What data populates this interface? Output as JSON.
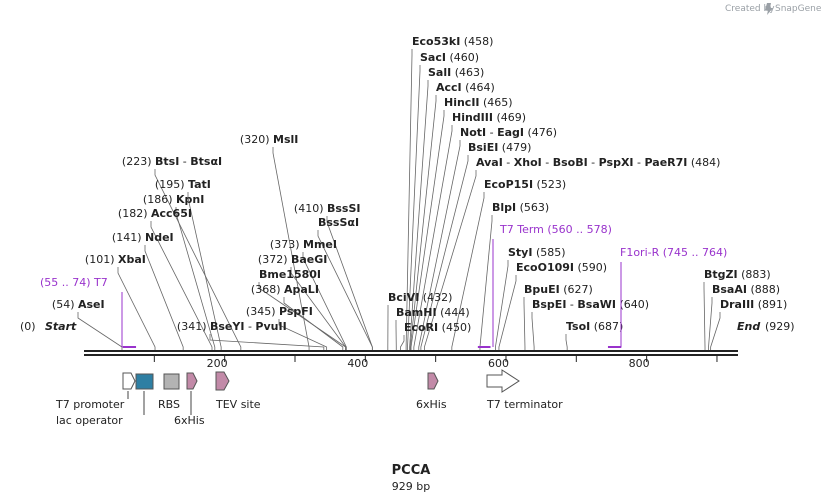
{
  "watermark": {
    "created_by": "Created by",
    "brand": "SnapGene"
  },
  "map": {
    "name": "PCCA",
    "length_label": "929 bp",
    "length": 929
  },
  "ends": {
    "start_label": "Start",
    "start_pos": "(0)",
    "end_label": "End",
    "end_pos": "(929)"
  },
  "ruler_ticks": [
    200,
    400,
    600,
    800
  ],
  "sites": [
    {
      "pos": 458,
      "enzymes": [
        "Eco53kI"
      ],
      "num": "(458)"
    },
    {
      "pos": 460,
      "enzymes": [
        "SacI"
      ],
      "num": "(460)"
    },
    {
      "pos": 463,
      "enzymes": [
        "SalI"
      ],
      "num": "(463)"
    },
    {
      "pos": 464,
      "enzymes": [
        "AccI"
      ],
      "num": "(464)"
    },
    {
      "pos": 465,
      "enzymes": [
        "HincII"
      ],
      "num": "(465)"
    },
    {
      "pos": 469,
      "enzymes": [
        "HindIII"
      ],
      "num": "(469)"
    },
    {
      "pos": 476,
      "enzymes": [
        "NotI",
        "EagI"
      ],
      "num": "(476)"
    },
    {
      "pos": 479,
      "enzymes": [
        "BsiEI"
      ],
      "num": "(479)"
    },
    {
      "pos": 484,
      "enzymes": [
        "AvaI",
        "XhoI",
        "BsoBI",
        "PspXI",
        "PaeR7I"
      ],
      "num": "(484)"
    },
    {
      "pos": 523,
      "enzymes": [
        "EcoP15I"
      ],
      "num": "(523)"
    },
    {
      "pos": 563,
      "enzymes": [
        "BlpI"
      ],
      "num": "(563)"
    },
    {
      "pos": 585,
      "enzymes": [
        "StyI"
      ],
      "num": "(585)"
    },
    {
      "pos": 590,
      "enzymes": [
        "EcoO109I"
      ],
      "num": "(590)"
    },
    {
      "pos": 627,
      "enzymes": [
        "BpuEI"
      ],
      "num": "(627)"
    },
    {
      "pos": 640,
      "enzymes": [
        "BspEI",
        "BsaWI"
      ],
      "num": "(640)"
    },
    {
      "pos": 687,
      "enzymes": [
        "TsoI"
      ],
      "num": "(687)"
    },
    {
      "pos": 432,
      "enzymes": [
        "BciVI"
      ],
      "num": "(432)"
    },
    {
      "pos": 444,
      "enzymes": [
        "BamHI"
      ],
      "num": "(444)"
    },
    {
      "pos": 450,
      "enzymes": [
        "EcoRI"
      ],
      "num": "(450)"
    },
    {
      "pos": 883,
      "enzymes": [
        "BtgZI"
      ],
      "num": "(883)"
    },
    {
      "pos": 888,
      "enzymes": [
        "BsaAI"
      ],
      "num": "(888)"
    },
    {
      "pos": 891,
      "enzymes": [
        "DraIII"
      ],
      "num": "(891)"
    },
    {
      "pos": 320,
      "enzymes": [
        "MslI"
      ],
      "num": "(320)"
    },
    {
      "pos": 223,
      "enzymes": [
        "BtsI",
        "BtsαI"
      ],
      "num": "(223)"
    },
    {
      "pos": 195,
      "enzymes": [
        "TatI"
      ],
      "num": "(195)"
    },
    {
      "pos": 186,
      "enzymes": [
        "KpnI"
      ],
      "num": "(186)"
    },
    {
      "pos": 182,
      "enzymes": [
        "Acc65I"
      ],
      "num": "(182)"
    },
    {
      "pos": 141,
      "enzymes": [
        "NdeI"
      ],
      "num": "(141)"
    },
    {
      "pos": 101,
      "enzymes": [
        "XbaI"
      ],
      "num": "(101)"
    },
    {
      "pos": 54,
      "enzymes": [
        "AseI"
      ],
      "num": "(54)"
    },
    {
      "pos": 341,
      "enzymes": [
        "BseYI",
        "PvuII"
      ],
      "num": "(341)"
    },
    {
      "pos": 410,
      "enzymes": [
        "BssSI"
      ],
      "num": "(410)"
    },
    {
      "pos": 410,
      "enzymes": [
        "BssSαI"
      ],
      "num": ""
    },
    {
      "pos": 373,
      "enzymes": [
        "MmeI"
      ],
      "num": "(373)"
    },
    {
      "pos": 372,
      "enzymes": [
        "BaeGI"
      ],
      "num": "(372)"
    },
    {
      "pos": 372,
      "enzymes": [
        "Bme1580I"
      ],
      "num": ""
    },
    {
      "pos": 368,
      "enzymes": [
        "ApaLI"
      ],
      "num": "(368)"
    },
    {
      "pos": 345,
      "enzymes": [
        "PspFI"
      ],
      "num": "(345)"
    }
  ],
  "primers": [
    {
      "name": "T7",
      "range": "(55 .. 74)",
      "start": 55,
      "end": 74
    },
    {
      "name": "T7 Term",
      "range": "(560 .. 578)",
      "start": 560,
      "end": 578
    },
    {
      "name": "F1ori-R",
      "range": "(745 .. 764)",
      "start": 745,
      "end": 764
    }
  ],
  "features": [
    {
      "name": "T7 promoter",
      "color": "#ffffff",
      "shape": "arrow"
    },
    {
      "name": "lac operator",
      "color": "#2e7fa3",
      "shape": "box"
    },
    {
      "name": "RBS",
      "color": "#b3b3b3",
      "shape": "box"
    },
    {
      "name": "6xHis",
      "color": "#c28aa8",
      "shape": "arrow"
    },
    {
      "name": "TEV site",
      "color": "#c28aa8",
      "shape": "arrow"
    },
    {
      "name": "6xHis",
      "color": "#c28aa8",
      "shape": "arrow"
    },
    {
      "name": "T7 terminator",
      "color": "#ffffff",
      "shape": "arrow"
    }
  ],
  "colors": {
    "primer": "#9933cc",
    "line": "#444444",
    "backbone": "#222222"
  }
}
